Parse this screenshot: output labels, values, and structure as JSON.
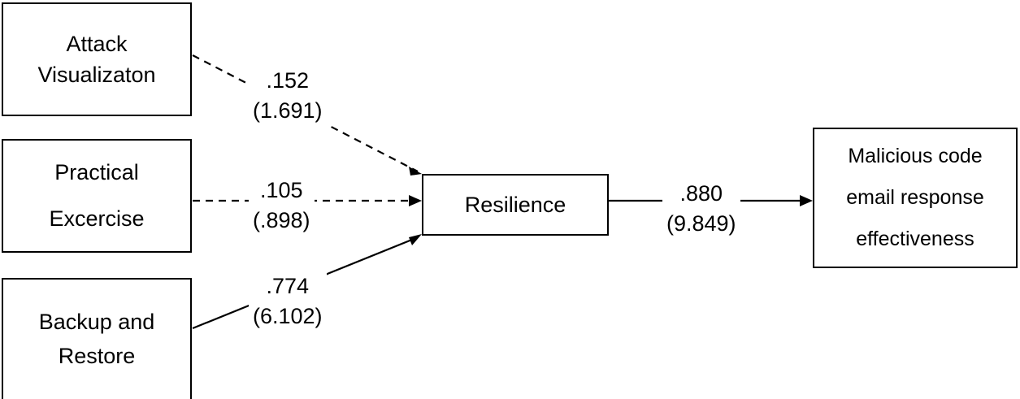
{
  "diagram": {
    "type": "path-analysis-model",
    "nodes": [
      {
        "id": "attack-visualization",
        "lines": [
          "Attack",
          "Visualizaton"
        ]
      },
      {
        "id": "practical-exercise",
        "lines": [
          "Practical",
          "Excercise"
        ]
      },
      {
        "id": "backup-restore",
        "lines": [
          "Backup and",
          "Restore"
        ]
      },
      {
        "id": "resilience",
        "lines": [
          "Resilience"
        ]
      },
      {
        "id": "outcome",
        "lines": [
          "Malicious code",
          "email response",
          "effectiveness"
        ]
      }
    ],
    "paths": [
      {
        "id": "attack-visualization-to-resilience",
        "coefficient": ".152",
        "t_value": "(1.691)",
        "style": "dashed"
      },
      {
        "id": "practical-exercise-to-resilience",
        "coefficient": ".105",
        "t_value": "(.898)",
        "style": "dashed"
      },
      {
        "id": "backup-restore-to-resilience",
        "coefficient": ".774",
        "t_value": "(6.102)",
        "style": "solid"
      },
      {
        "id": "resilience-to-outcome",
        "coefficient": ".880",
        "t_value": "(9.849)",
        "style": "solid"
      }
    ],
    "colors": {
      "stroke": "#000000",
      "background": "#ffffff",
      "text": "#000000"
    }
  }
}
